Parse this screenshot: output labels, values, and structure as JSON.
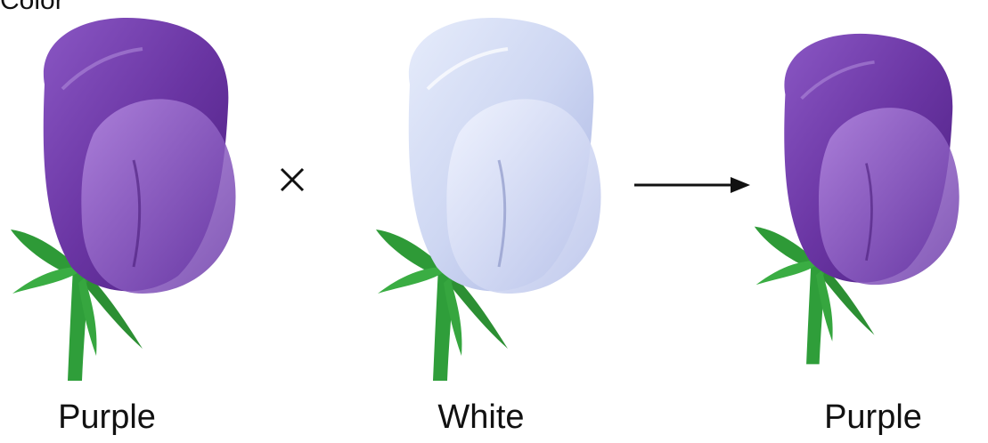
{
  "header_fragment": "Color",
  "parents": [
    {
      "label": "Purple",
      "color": "#6a35a3"
    },
    {
      "label": "White",
      "color": "#cdd6f2"
    }
  ],
  "offspring": {
    "label": "Purple",
    "color": "#6a35a3"
  },
  "operators": {
    "cross_symbol": "×"
  },
  "icons": [
    "purple-flower-icon",
    "white-flower-icon",
    "cross-icon",
    "arrow-icon"
  ]
}
